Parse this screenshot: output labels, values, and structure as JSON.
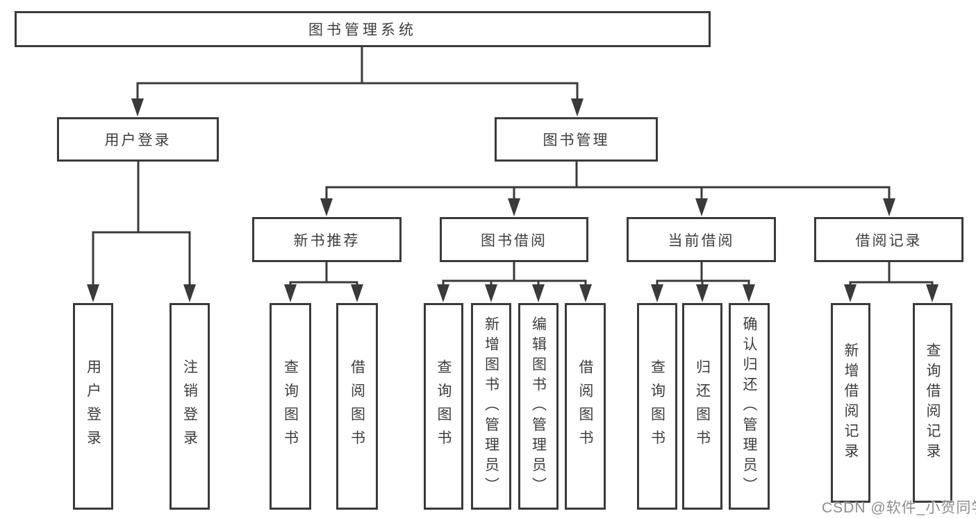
{
  "tree": {
    "label": "图书管理系统",
    "children": [
      {
        "label": "用户登录",
        "children": [
          {
            "label": "用户登录"
          },
          {
            "label": "注销登录"
          }
        ]
      },
      {
        "label": "图书管理",
        "children": [
          {
            "label": "新书推荐",
            "children": [
              {
                "label": "查询图书"
              },
              {
                "label": "借阅图书"
              }
            ]
          },
          {
            "label": "图书借阅",
            "children": [
              {
                "label": "查询图书"
              },
              {
                "label": "新增图书（管理员）"
              },
              {
                "label": "编辑图书（管理员）"
              },
              {
                "label": "借阅图书"
              }
            ]
          },
          {
            "label": "当前借阅",
            "children": [
              {
                "label": "查询图书"
              },
              {
                "label": "归还图书"
              },
              {
                "label": "确认归还（管理员）"
              }
            ]
          },
          {
            "label": "借阅记录",
            "children": [
              {
                "label": "新增借阅记录"
              },
              {
                "label": "查询借阅记录"
              }
            ]
          }
        ]
      }
    ]
  },
  "watermark": {
    "text": "CSDN @软件_小贺同学"
  },
  "colors": {
    "line": "#3a3a3a",
    "text": "#3d3d3d",
    "box_background": "#ffffff",
    "watermark": "#8d8d8d",
    "background": "#ffffff"
  }
}
